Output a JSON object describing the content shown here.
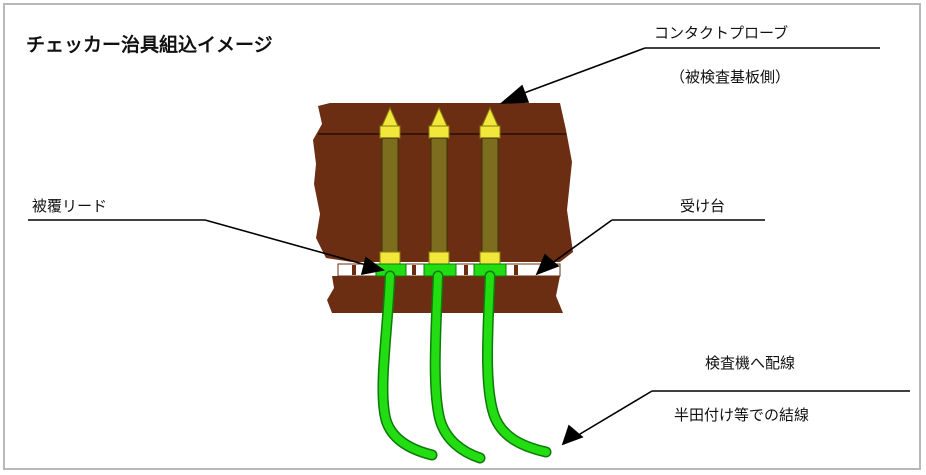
{
  "title": "チェッカー治具組込イメージ",
  "labels": {
    "contact_probe": "コンタクトプローブ",
    "contact_probe_sub": "（被検査基板側）",
    "covered_lead": "被覆リード",
    "receiver": "受け台",
    "wiring": "検査機へ配線",
    "binding": "半田付け等での結線"
  },
  "colors": {
    "board": "#6b2e12",
    "probe_body": "#7d6d1e",
    "probe_tip": "#f2e83c",
    "wire": "#22dd11",
    "wire_edge": "#0e7a0a",
    "leader": "#000000",
    "frame": "#b8b8b8"
  }
}
